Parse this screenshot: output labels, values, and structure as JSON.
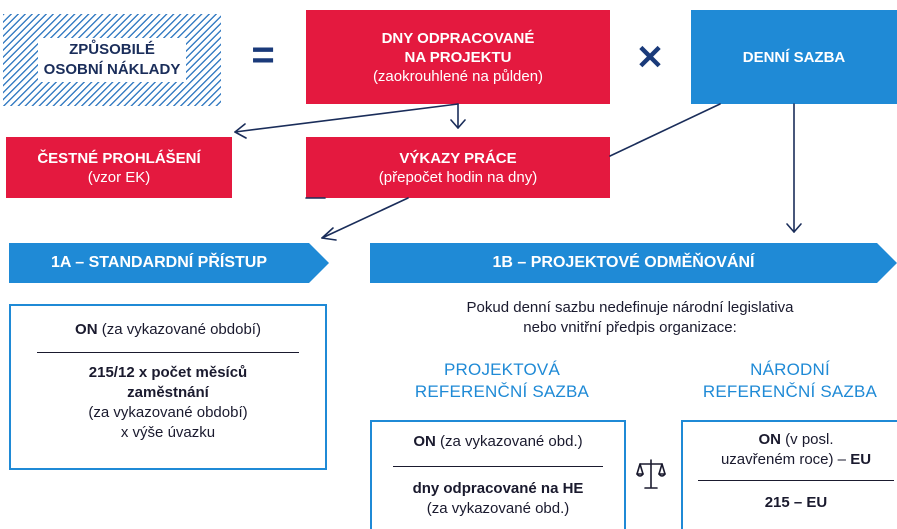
{
  "top": {
    "eligible_costs": [
      "ZPŮSOBILÉ",
      "OSOBNÍ NÁKLADY"
    ],
    "equals_sign": "=",
    "days_worked_title": [
      "DNY ODPRACOVANÉ",
      "NA PROJEKTU"
    ],
    "days_worked_note": "(zaokrouhlené na půlden)",
    "times_sign": "✕",
    "daily_rate": "DENNÍ SAZBA"
  },
  "evidence": {
    "declaration_title": "ČESTNÉ PROHLÁŠENÍ",
    "declaration_note": "(vzor EK)",
    "timesheets_title": "VÝKAZY PRÁCE",
    "timesheets_note": "(přepočet hodin na dny)"
  },
  "approach_1a": {
    "header": "1A – STANDARDNÍ PŘÍSTUP",
    "numerator_bold": "ON",
    "numerator_rest": " (za vykazované období)",
    "denominator_bold": [
      "215/12 x počet měsíců",
      "zaměstnání"
    ],
    "denominator_lines": [
      "(za vykazované období)",
      "x výše úvazku"
    ]
  },
  "approach_1b": {
    "header": "1B – PROJEKTOVÉ ODMĚŇOVÁNÍ",
    "intro": [
      "Pokud denní sazbu nedefinuje národní legislativa",
      "nebo vnitřní předpis organizace:"
    ],
    "project_rate_title": [
      "PROJEKTOVÁ",
      "REFERENČNÍ SAZBA"
    ],
    "project_numerator_bold": "ON",
    "project_numerator_rest": " (za vykazované obd.)",
    "project_denominator_bold": "dny odpracované na HE",
    "project_denominator_rest": "(za vykazované obd.)",
    "national_rate_title": [
      "NÁRODNÍ",
      "REFERENČNÍ SAZBA"
    ],
    "national_numerator_bold": "ON",
    "national_numerator_rest": " (v posl.",
    "national_numerator_line2": "uzavřeném roce) – ",
    "national_numerator_line2_bold": "EU",
    "national_denominator_bold": "215 – EU"
  },
  "icons": {
    "scales": "scales-icon"
  },
  "colors": {
    "red": "#e4193f",
    "blue": "#1f8ad6",
    "navy": "#1a3a7a"
  }
}
